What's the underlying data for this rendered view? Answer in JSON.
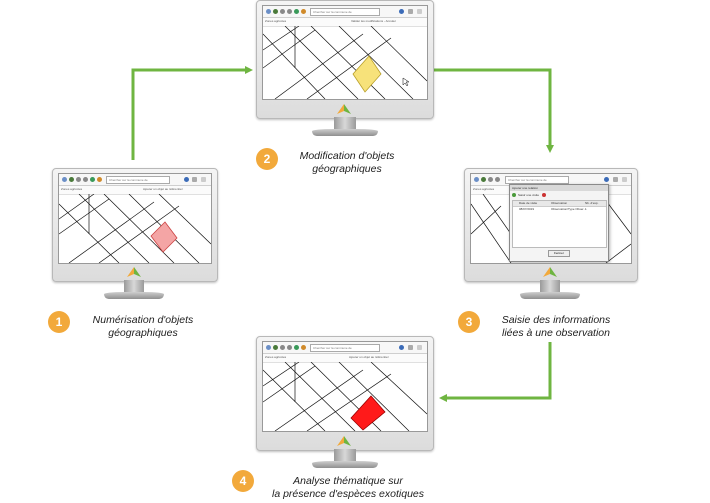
{
  "steps": [
    {
      "number": "1",
      "line1": "Numérisation d'objets",
      "line2": "géographiques"
    },
    {
      "number": "2",
      "line1": "Modification d'objets",
      "line2": "géographiques"
    },
    {
      "number": "3",
      "line1": "Saisie des informations",
      "line2": "liées à une observation"
    },
    {
      "number": "4",
      "line1": "Analyse thématique sur",
      "line2": "la présence d'espèces exotiques"
    }
  ],
  "app": {
    "search_placeholder": "Chercher sur la commune de",
    "layer_select": "Zones agricoles",
    "action_add": "Ajouter un objet au référentiel",
    "action_edit": "Valider les modifications - Annuler"
  },
  "dialog": {
    "title": "Ajouter une relation",
    "toolbar_button": "Saisir une visite",
    "col_date": "Date de visite",
    "col_obs": "Observation",
    "col_nb": "Nb. d'esp.",
    "row_date": "08/07/2019",
    "row_obs": "Observation/Type Obser...",
    "row_nb": "1",
    "close_button": "Fermer"
  },
  "colors": {
    "arrow": "#6fb541",
    "badge": "#f2a93b",
    "poly_step1": "#f4a5a5",
    "poly_step2": "#f7e27a",
    "poly_step4": "#ff1a1a"
  }
}
